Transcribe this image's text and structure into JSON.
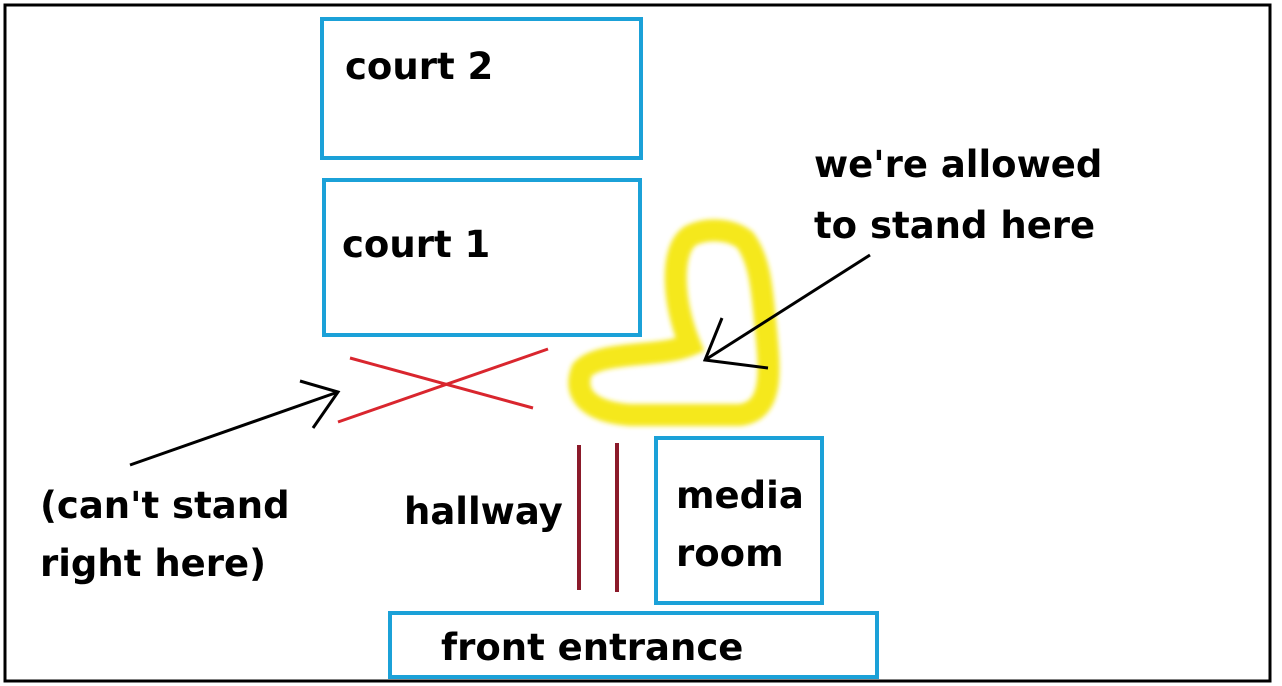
{
  "rooms": {
    "court2": "court 2",
    "court1": "court 1",
    "media_line1": "media",
    "media_line2": "room",
    "front_entrance": "front entrance",
    "hallway": "hallway"
  },
  "annotations": {
    "allowed_line1": "we're allowed",
    "allowed_line2": "to stand here",
    "cant_line1": "(can't stand",
    "cant_line2": "right here)"
  },
  "colors": {
    "room_border": "#1ba1d8",
    "hallway_walls": "#8b1a2a",
    "forbidden_x": "#d9262e",
    "allowed_area": "#f5e81c",
    "arrows": "#000000"
  }
}
